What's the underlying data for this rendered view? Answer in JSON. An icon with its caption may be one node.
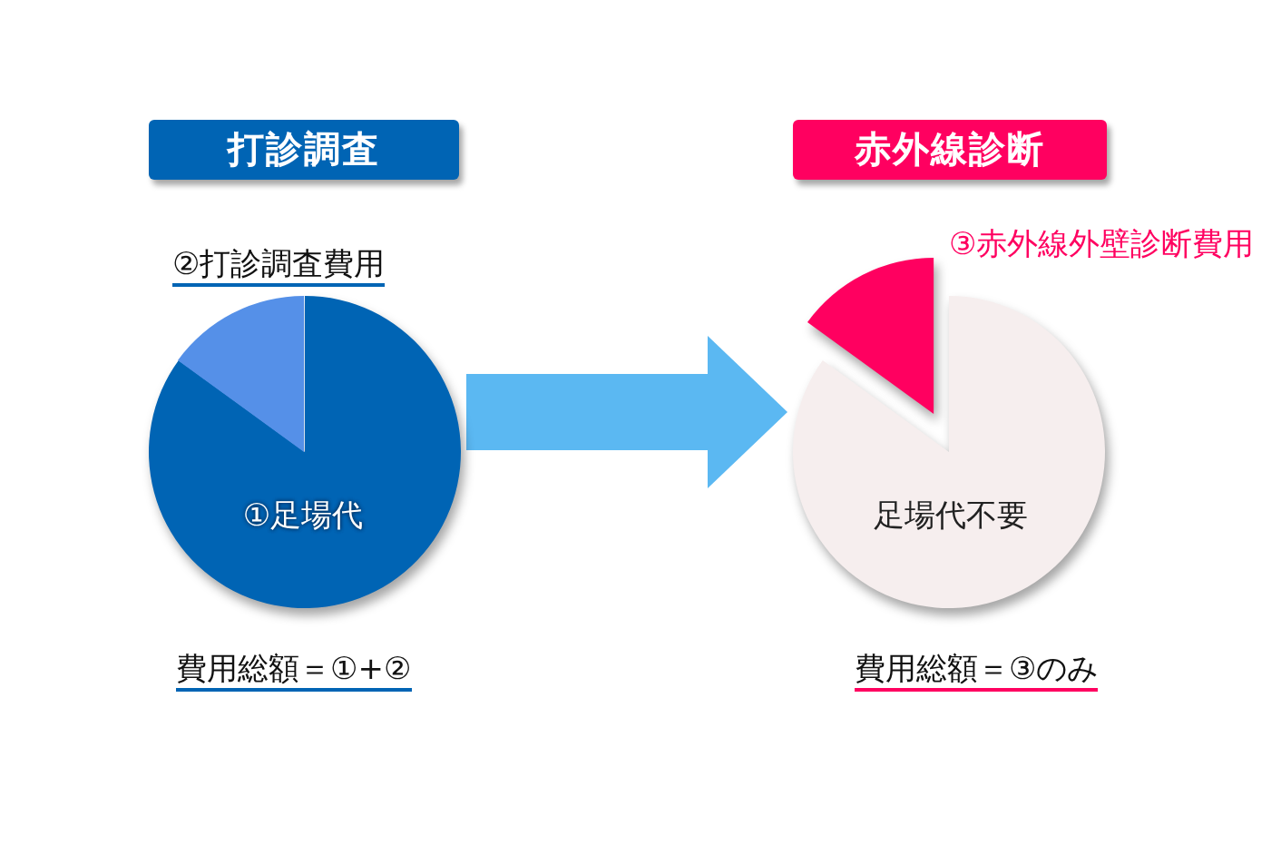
{
  "diagram": {
    "nodes": [
      {
        "text": [
          "打診調査"
        ]
      },
      {
        "text": [
          "赤外線診断"
        ]
      },
      {
        "text": [
          "①足場代"
        ]
      },
      {
        "text": [],
        "shape": "wedge",
        "beside": [
          "②打診調査費用"
        ]
      },
      {
        "text": [
          "足場代不要"
        ]
      },
      {
        "text": [],
        "shape": "wedge",
        "beside": [
          "③赤外線外壁診断費用"
        ]
      }
    ],
    "edges": [
      {
        "from": 2,
        "to": 4,
        "arrow": "to"
      }
    ],
    "labels": [
      "費用総額＝①+②",
      "費用総額＝③のみ"
    ]
  }
}
